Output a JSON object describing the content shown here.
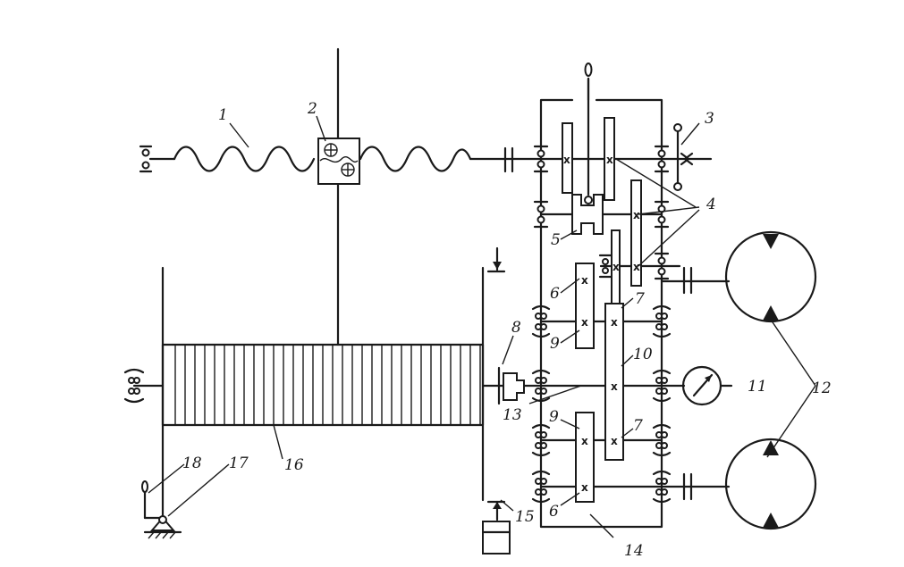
{
  "labels": {
    "l1": "1",
    "l2": "2",
    "l3": "3",
    "l4": "4",
    "l5": "5",
    "l6a": "6",
    "l6b": "6",
    "l7a": "7",
    "l7b": "7",
    "l8": "8",
    "l9a": "9",
    "l9b": "9",
    "l10": "10",
    "l11": "11",
    "l12": "12",
    "l13": "13",
    "l14": "14",
    "l15": "15",
    "l16": "16",
    "l17": "17",
    "l18": "18"
  },
  "gear_mark": "x"
}
